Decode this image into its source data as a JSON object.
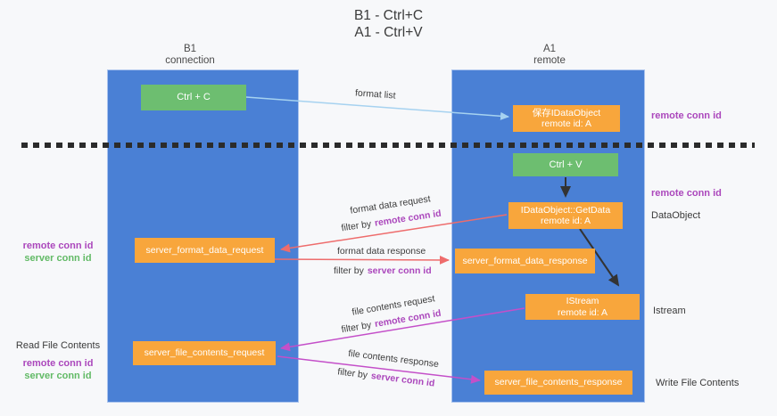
{
  "title": {
    "line1": "B1 - Ctrl+C",
    "line2": "A1 - Ctrl+V"
  },
  "lanes": {
    "left": {
      "title": "B1",
      "subtitle": "connection"
    },
    "right": {
      "title": "A1",
      "subtitle": "remote"
    }
  },
  "nodes": {
    "ctrl_c": {
      "label": "Ctrl + C"
    },
    "save_idataobject": {
      "line1": "保存IDataObject",
      "line2": "remote id: A"
    },
    "ctrl_v": {
      "label": "Ctrl + V"
    },
    "idataobject_getdata": {
      "line1": "IDataObject::GetData",
      "line2": "remote id: A"
    },
    "server_format_data_request": {
      "label": "server_format_data_request"
    },
    "server_format_data_response": {
      "label": "server_format_data_response"
    },
    "istream": {
      "line1": "IStream",
      "line2": "remote id: A"
    },
    "server_file_contents_request": {
      "label": "server_file_contents_request"
    },
    "server_file_contents_response": {
      "label": "server_file_contents_response"
    }
  },
  "flows": {
    "format_list": {
      "label": "format list"
    },
    "format_data_request": {
      "label": "format data request",
      "filter_prefix": "filter by",
      "filter_key": "remote conn id"
    },
    "format_data_response": {
      "label": "format data response",
      "filter_prefix": "filter by",
      "filter_key": "server conn id"
    },
    "file_contents_request": {
      "label": "file contents request",
      "filter_prefix": "filter by",
      "filter_key": "remote conn id"
    },
    "file_contents_response": {
      "label": "file contents response",
      "filter_prefix": "filter by",
      "filter_key": "server conn id"
    }
  },
  "annotations": {
    "left": {
      "remote_conn_id_top": "remote conn id",
      "server_conn_id_top": "server conn id",
      "read_file_contents": "Read File Contents",
      "remote_conn_id_bottom": "remote conn id",
      "server_conn_id_bottom": "server conn id"
    },
    "right": {
      "remote_conn_id_top": "remote conn id",
      "remote_conn_id_mid": "remote conn id",
      "dataobject": "DataObject",
      "istream": "Istream",
      "write_file_contents": "Write File Contents"
    }
  },
  "colors": {
    "background": "#f7f8fa",
    "lane_blue": "#4a80d5",
    "node_green": "#6dbe70",
    "node_orange": "#f8a63c",
    "arrow_light_blue": "#a6d2f0",
    "arrow_salmon": "#ee6c6c",
    "arrow_magenta": "#c44fc9",
    "arrow_black": "#333333",
    "text_remote_conn_id": "#ab47bc",
    "text_server_conn_id": "#62ba66"
  }
}
